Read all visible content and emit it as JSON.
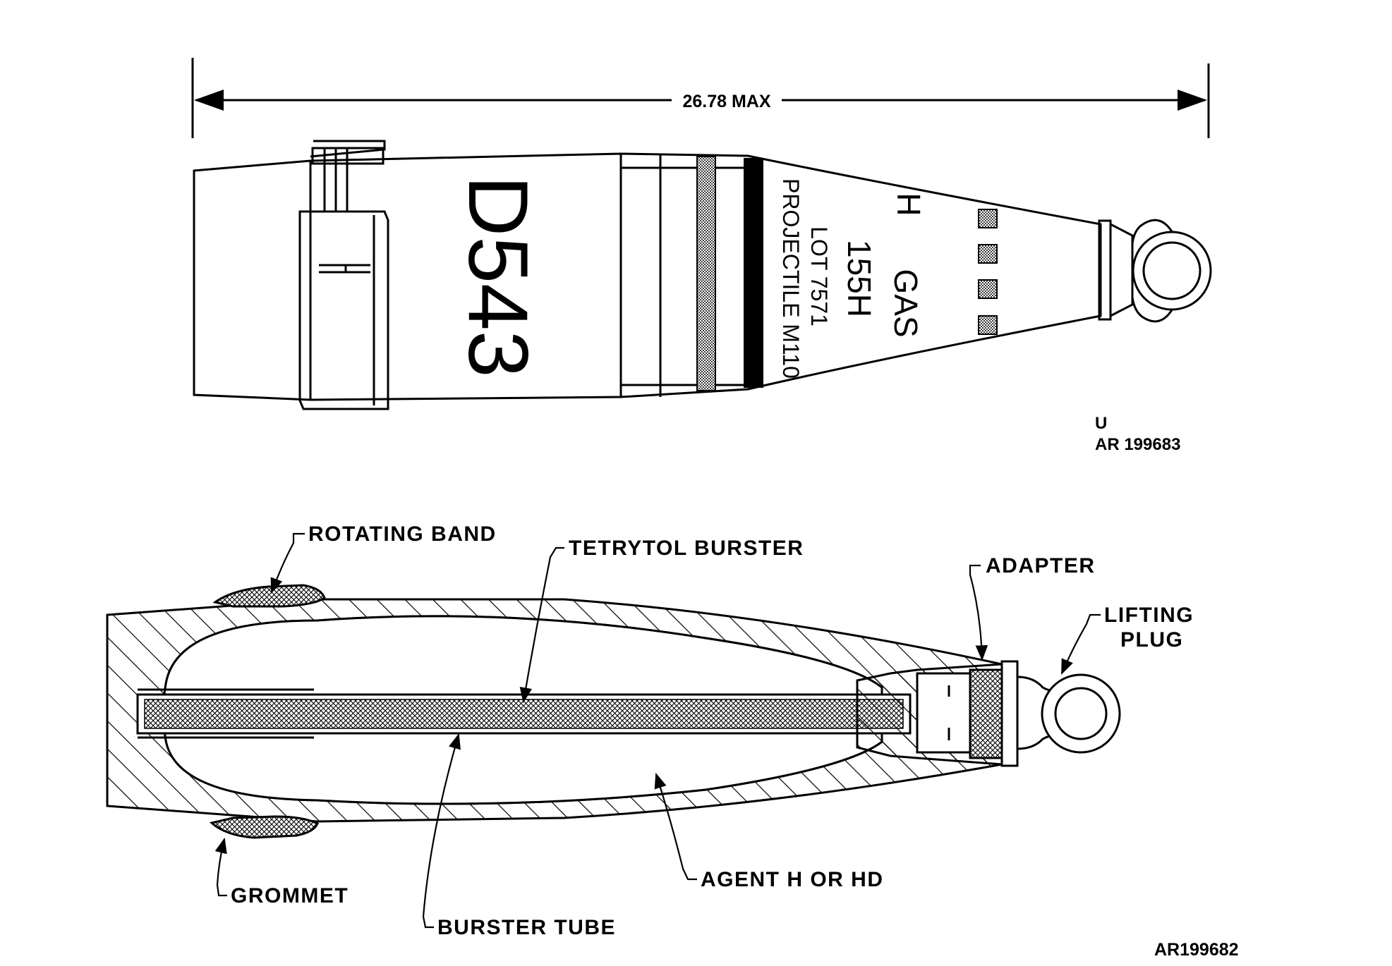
{
  "exterior": {
    "dimension": "26.78  MAX",
    "stencil": {
      "lot_code": "D543",
      "fill": "H",
      "type": "GAS",
      "caliber": "155H",
      "lot": "LOT 7571",
      "model": "PROJECTILE M110"
    },
    "ref_u": "U",
    "ref_id": "AR 199683"
  },
  "section": {
    "callouts": {
      "rotating_band": "ROTATING BAND",
      "tetrytol_burster": "TETRYTOL BURSTER",
      "adapter": "ADAPTER",
      "lifting_plug_1": "LIFTING",
      "lifting_plug_2": "PLUG",
      "grommet": "GROMMET",
      "agent": "AGENT H OR HD",
      "burster_tube": "BURSTER TUBE"
    },
    "ref_id": "AR199682"
  },
  "colors": {
    "ink": "#000000",
    "paper": "#ffffff",
    "band_shade": "#9a9a9a"
  }
}
